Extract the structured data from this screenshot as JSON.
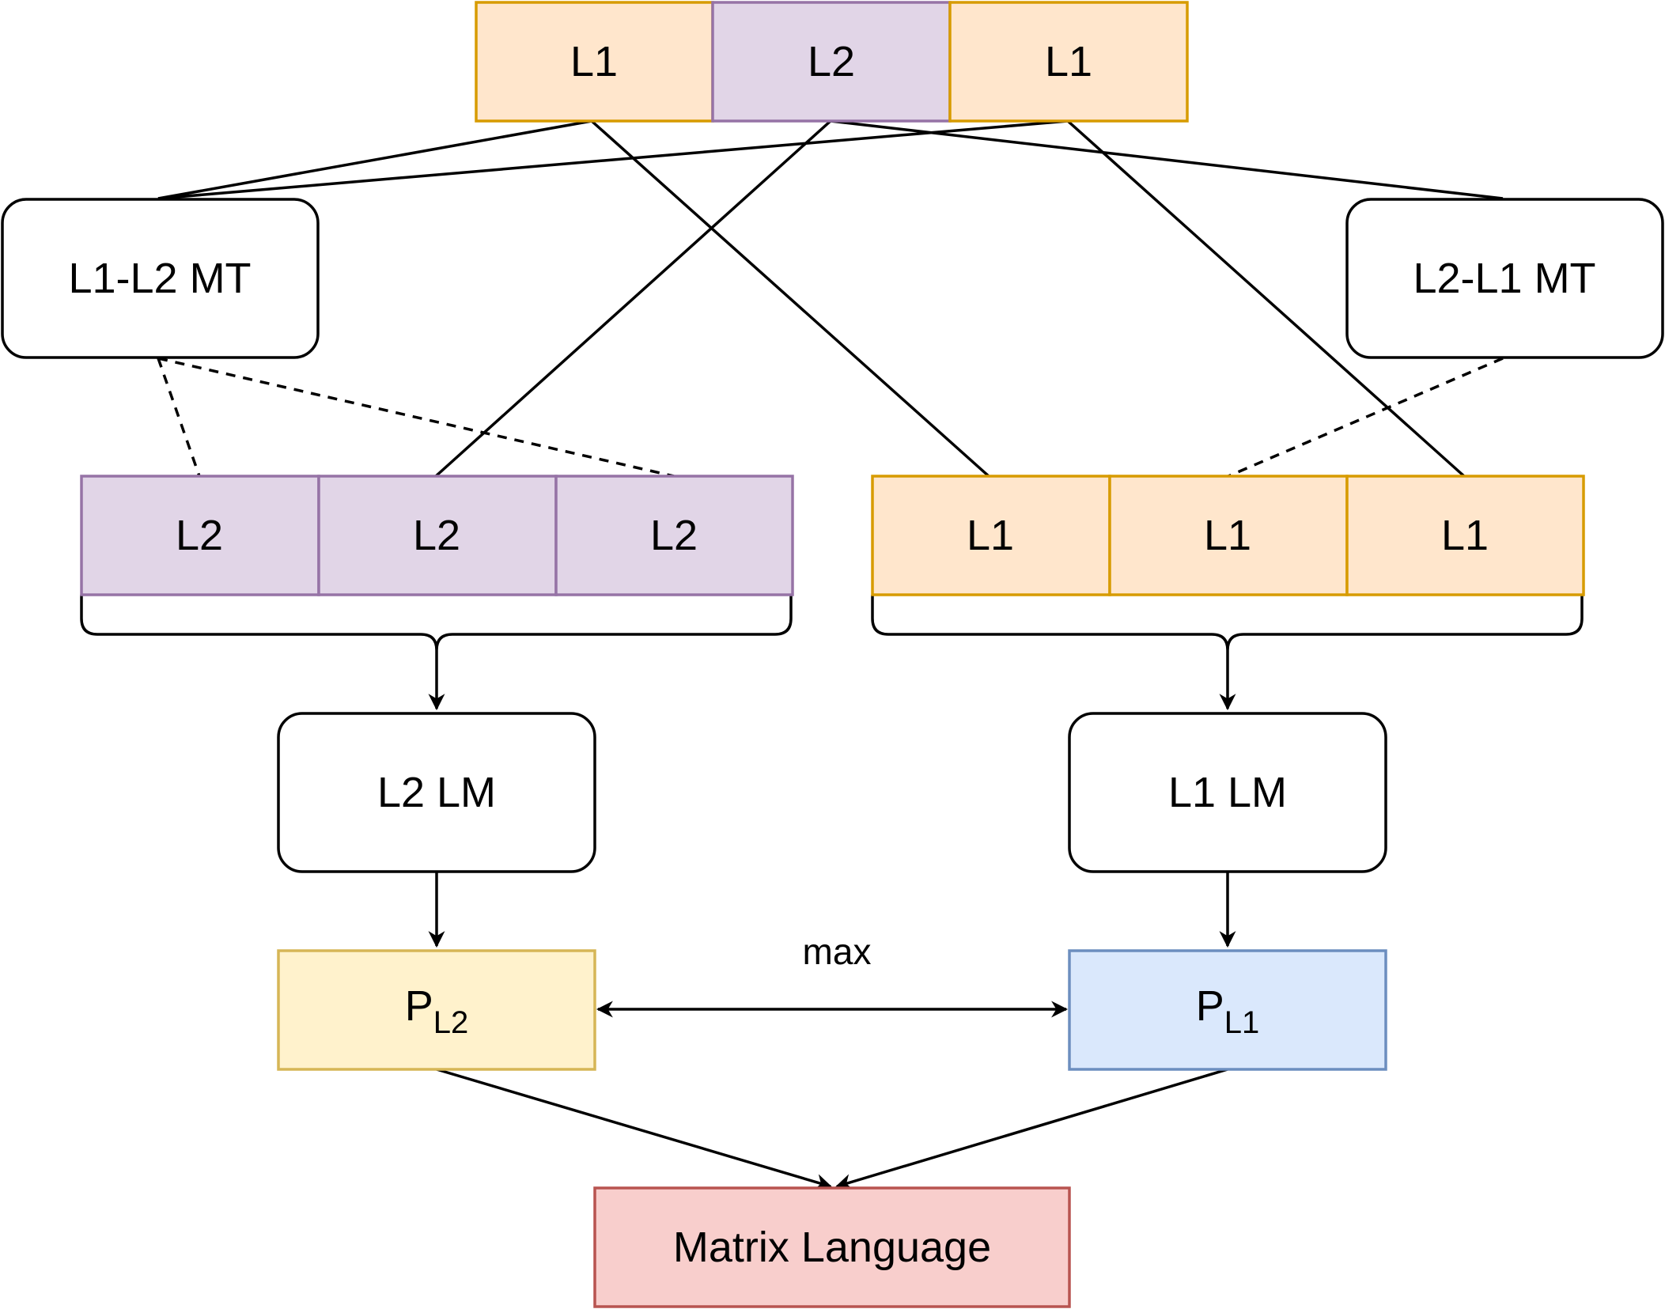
{
  "colors": {
    "l1_fill": "#ffe6cc",
    "l1_stroke": "#d79b00",
    "l2_fill": "#e1d5e7",
    "l2_stroke": "#9673a6",
    "pl2_fill": "#fff2cc",
    "pl2_stroke": "#d6b656",
    "pl1_fill": "#dae8fc",
    "pl1_stroke": "#6c8ebf",
    "matrix_fill": "#f8cecc",
    "matrix_stroke": "#b85450",
    "edge": "#000000"
  },
  "input_sentence": {
    "tokens": [
      "L1",
      "L2",
      "L1"
    ]
  },
  "mt_models": {
    "l1_l2": "L1-L2 MT",
    "l2_l1": "L2-L1 MT"
  },
  "translated_l2": {
    "tokens": [
      "L2",
      "L2",
      "L2"
    ]
  },
  "translated_l1": {
    "tokens": [
      "L1",
      "L1",
      "L1"
    ]
  },
  "language_models": {
    "l2": "L2 LM",
    "l1": "L1 LM"
  },
  "probabilities": {
    "pl2": {
      "base": "P",
      "sub": "L2"
    },
    "pl1": {
      "base": "P",
      "sub": "L1"
    }
  },
  "max_label": "max",
  "output": {
    "label": "Matrix Language"
  }
}
